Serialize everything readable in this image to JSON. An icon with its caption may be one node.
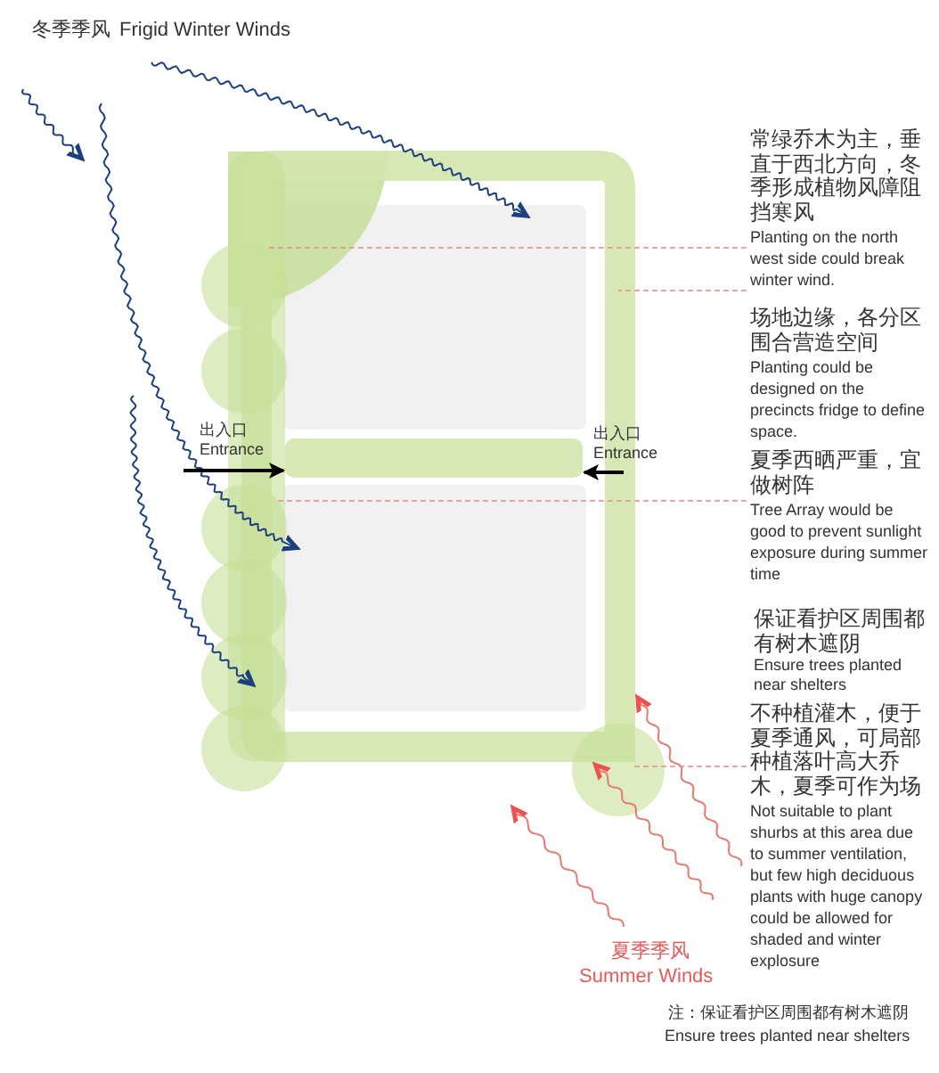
{
  "diagram": {
    "nodes": [
      {
        "text": [
          "常绿乔木为主，垂直于西北方向，冬季形成植物风障阻挡寒风",
          "Planting on the north west side could break winter wind."
        ]
      },
      {
        "text": [
          "场地边缘，各分区围合营造空间",
          "Planting could be designed on the precincts fridge to define space."
        ]
      },
      {
        "text": [
          "夏季西晒严重，宜做树阵",
          "Tree Array would be good to prevent sunlight exposure during summer time"
        ]
      },
      {
        "text": [
          "不种植灌木，便于夏季通风，可局部种植落叶高大乔木，夏季可作为场",
          "Not suitable to plant shurbs at this area due to summer ventilation, but few high deciduous plants with huge canopy could be allowed for shaded and winter explosure"
        ]
      },
      {
        "text": [],
        "shape": "bar"
      },
      {
        "text": [
          "出入口",
          "Entrance"
        ]
      },
      {
        "text": [
          "出入口",
          "Entrance"
        ]
      }
    ],
    "edges": [
      {
        "from": 0,
        "to": null,
        "arrow": "none",
        "style": "dashed"
      },
      {
        "from": 1,
        "to": null,
        "arrow": "none",
        "style": "dashed"
      },
      {
        "from": 2,
        "to": null,
        "arrow": "none",
        "style": "dashed"
      },
      {
        "from": 3,
        "to": null,
        "arrow": "none",
        "style": "dashed"
      },
      {
        "from": 5,
        "to": 4,
        "arrow": "to",
        "color": "#000000"
      },
      {
        "from": 6,
        "to": 4,
        "arrow": "to",
        "color": "#000000"
      }
    ],
    "labels": [
      "冬季季风",
      "Frigid Winter Winds",
      "保证看护区周围都有树木遮阴",
      "Ensure trees planted near shelters",
      "夏季季风",
      "Summer Winds",
      "注：保证看护区周围都有树木遮阴",
      "Ensure trees planted near shelters"
    ]
  }
}
